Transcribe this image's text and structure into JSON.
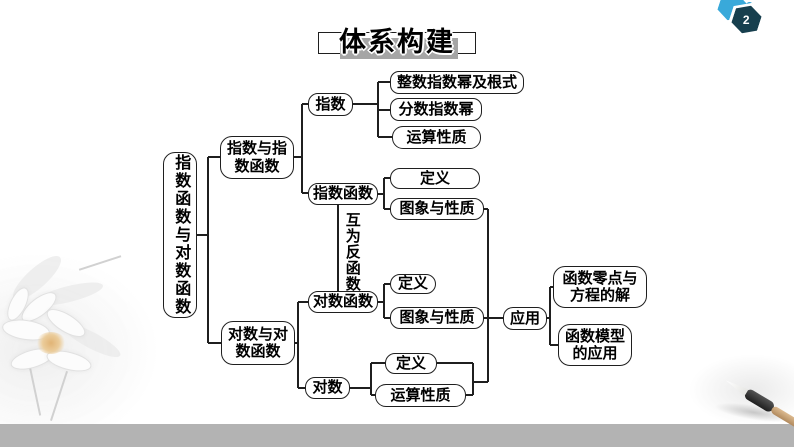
{
  "title": {
    "text": "体系构建"
  },
  "badge": {
    "page_number": "2"
  },
  "nodes": {
    "root": "指数函数与对数函数",
    "exp_branch": "指数与指\n数函数",
    "log_branch": "对数与对\n数函数",
    "exp": "指数",
    "exp_child_0": "整数指数幂及根式",
    "exp_child_1": "分数指数幂",
    "exp_child_2": "运算性质",
    "exp_fn": "指数函数",
    "exp_fn_child_0": "定义",
    "exp_fn_child_1": "图象与性质",
    "inverse_label": "互为反函数",
    "log_fn": "对数函数",
    "log_fn_child_0": "定义",
    "log_fn_child_1": "图象与性质",
    "log": "对数",
    "log_child_0": "定义",
    "log_child_1": "运算性质",
    "application": "应用",
    "app_child_0": "函数零点与\n方程的解",
    "app_child_1": "函数模型\n的应用"
  },
  "colors": {
    "line": "#1f1f1f",
    "banner_gray": "#a5a5a5",
    "bottom_bar_gray": "#b3b3b3",
    "badge_hex_light": "#39a9da",
    "badge_hex_dark": "#173f4e"
  }
}
